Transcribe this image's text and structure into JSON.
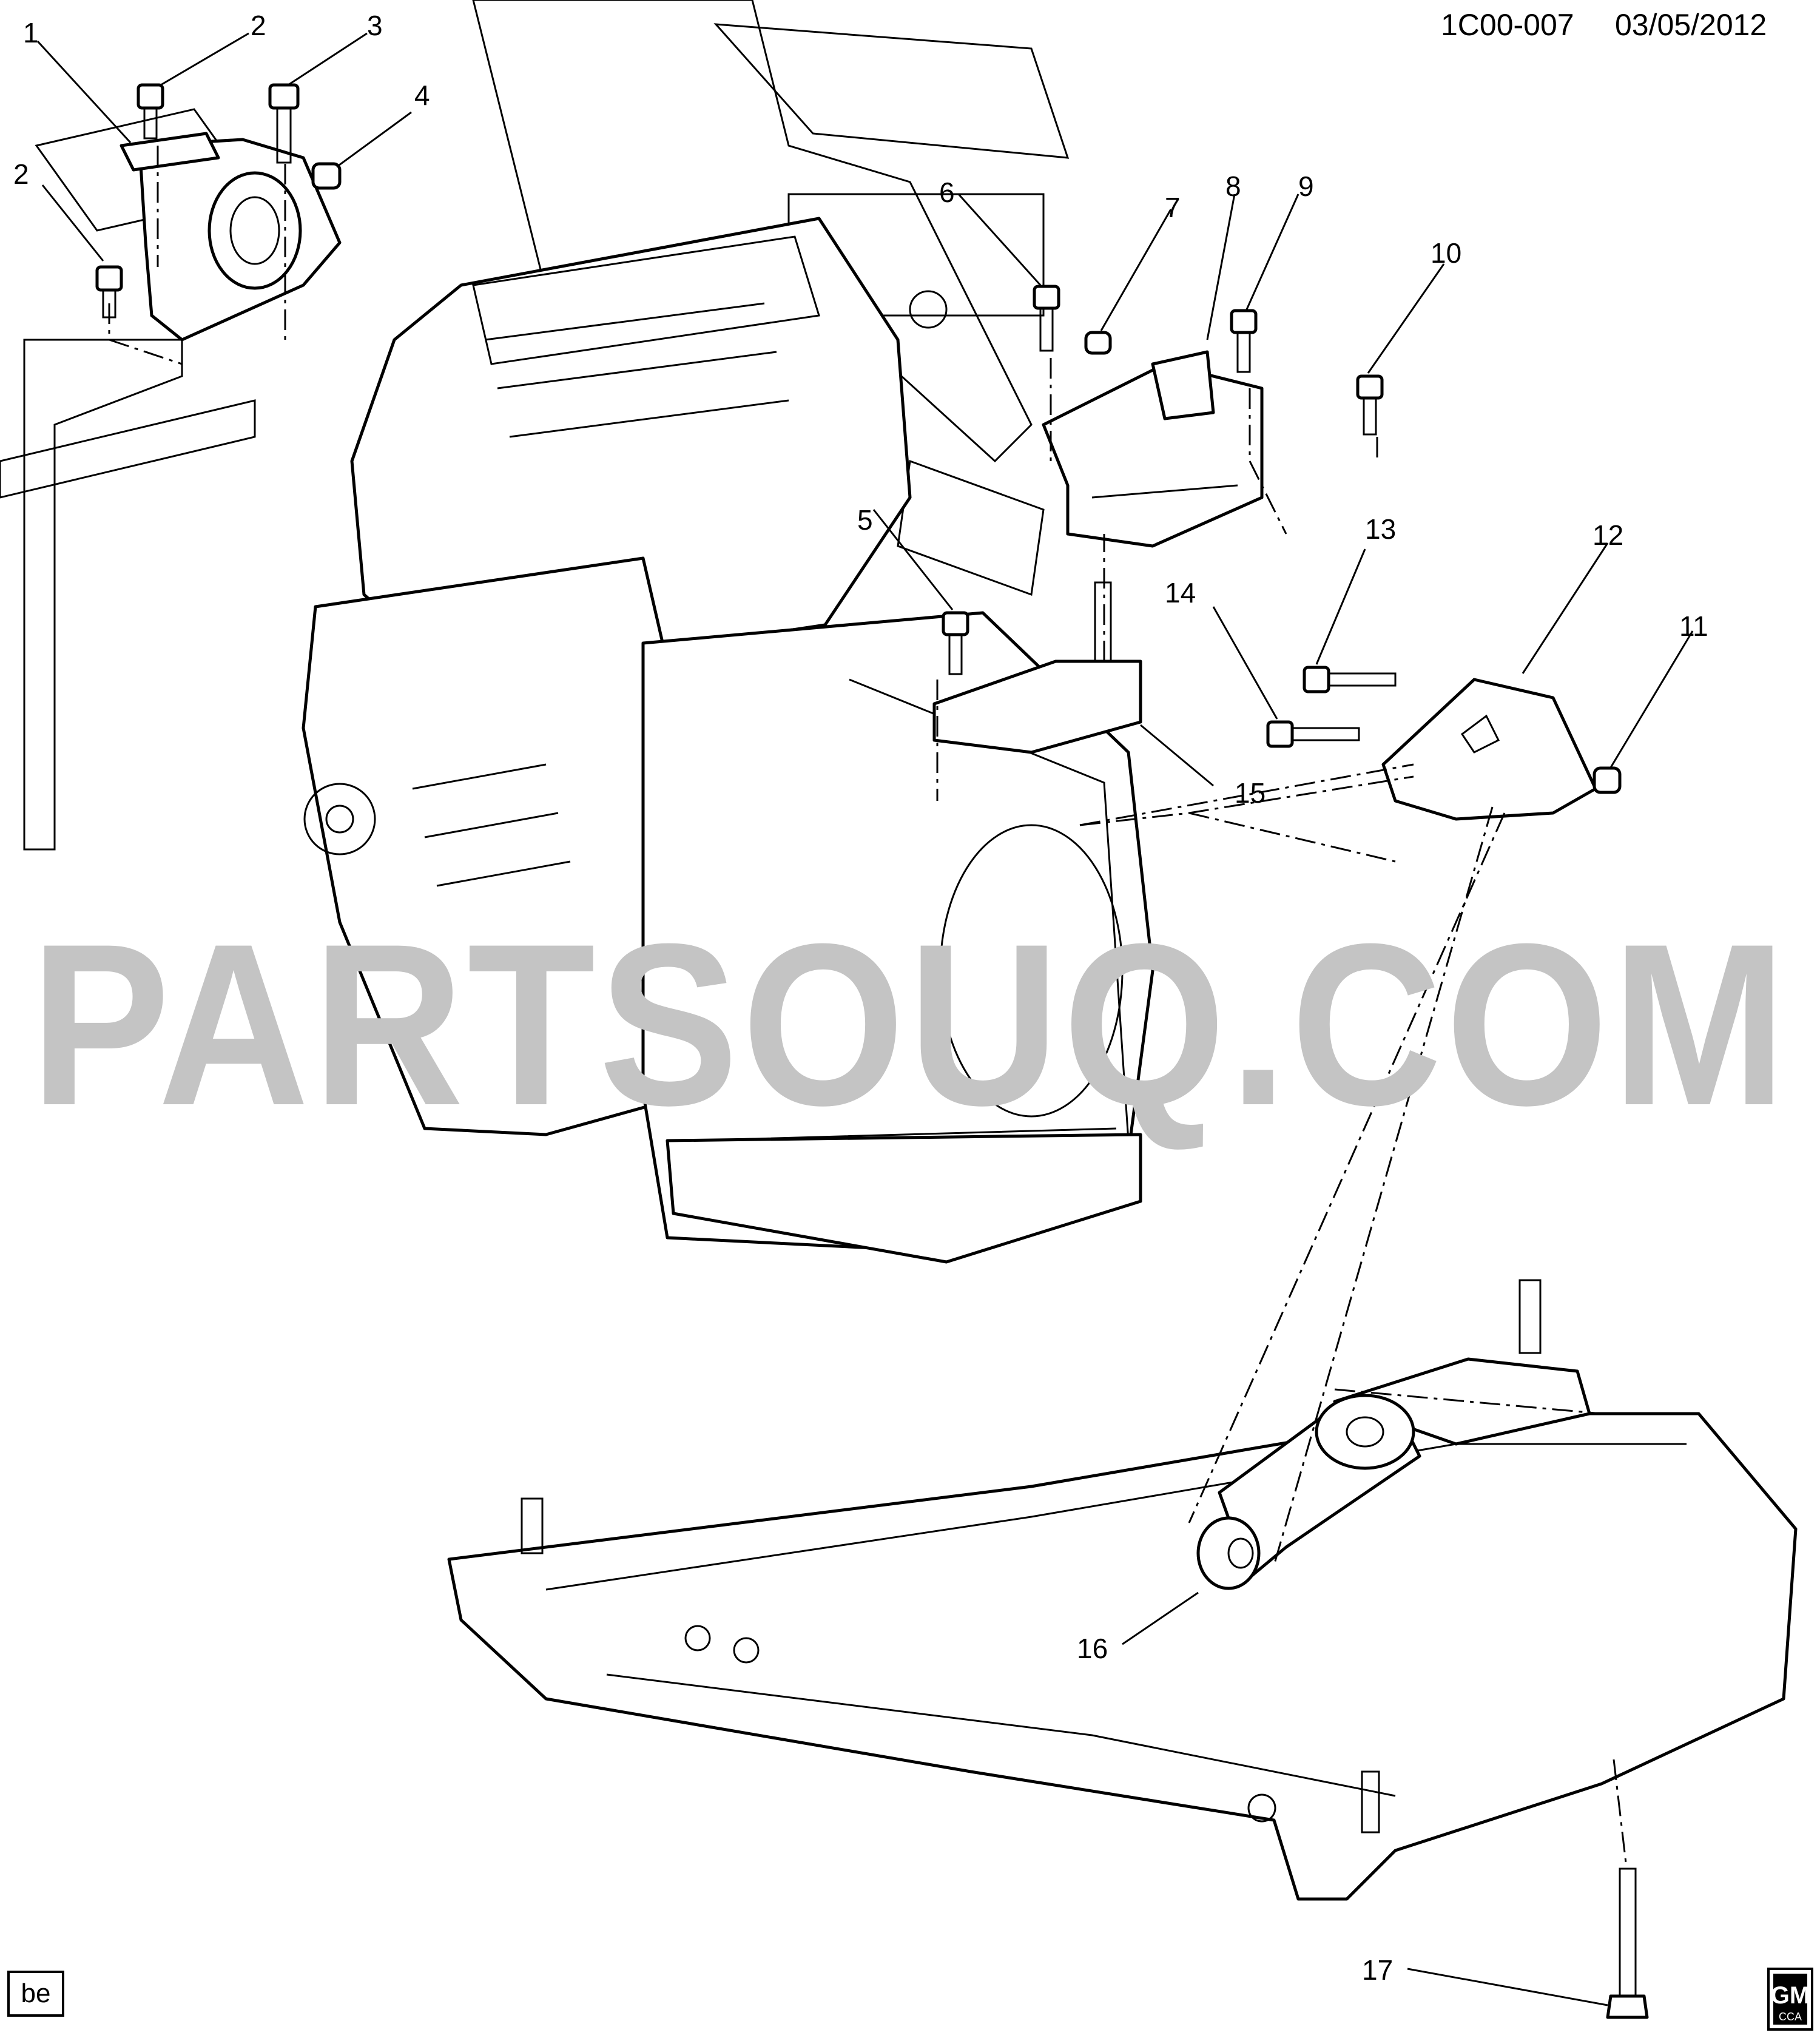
{
  "header": {
    "drawing_id": "1C00-007",
    "date": "03/05/2012"
  },
  "watermark": "PARTSOUQ.COM",
  "callouts": [
    {
      "id": "c1",
      "label": "1"
    },
    {
      "id": "c2a",
      "label": "2"
    },
    {
      "id": "c2b",
      "label": "2"
    },
    {
      "id": "c3",
      "label": "3"
    },
    {
      "id": "c4",
      "label": "4"
    },
    {
      "id": "c5",
      "label": "5"
    },
    {
      "id": "c6",
      "label": "6"
    },
    {
      "id": "c7",
      "label": "7"
    },
    {
      "id": "c8",
      "label": "8"
    },
    {
      "id": "c9",
      "label": "9"
    },
    {
      "id": "c10",
      "label": "10"
    },
    {
      "id": "c11",
      "label": "11"
    },
    {
      "id": "c12",
      "label": "12"
    },
    {
      "id": "c13",
      "label": "13"
    },
    {
      "id": "c14",
      "label": "14"
    },
    {
      "id": "c15",
      "label": "15"
    },
    {
      "id": "c16",
      "label": "16"
    },
    {
      "id": "c17",
      "label": "17"
    }
  ],
  "footer": {
    "region_code": "be",
    "brand_logo_text": "GM",
    "brand_logo_subtext": "CCA"
  },
  "colors": {
    "line": "#000000",
    "watermark": "#c4c4c4",
    "background": "#ffffff"
  }
}
